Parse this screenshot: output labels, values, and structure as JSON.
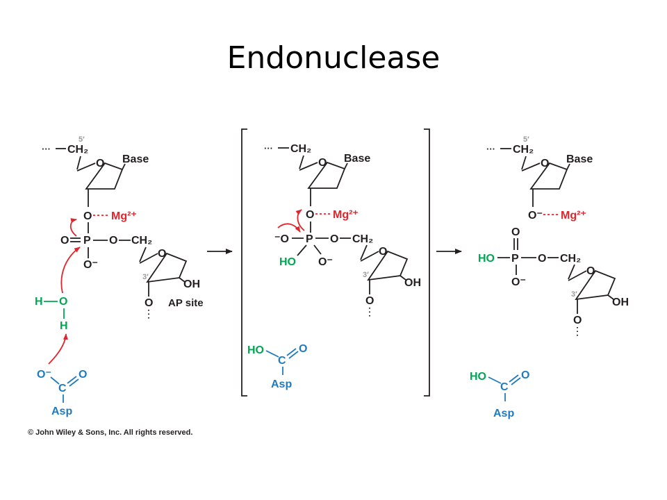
{
  "title": "Endonuclease",
  "copyright": "© John Wiley & Sons, Inc. All rights reserved.",
  "colors": {
    "black": "#231f20",
    "metal_red": "#e0262d",
    "water_green": "#00a651",
    "asp_blue": "#1f7abf",
    "label_gray": "#9a9a9a"
  },
  "labels": {
    "dots": "···",
    "five_prime": "5′",
    "three_prime": "3′",
    "ch2": "CH₂",
    "ring_o": "O",
    "base": "Base",
    "oxygen": "O",
    "o_minus": "O⁻",
    "minus_o": "⁻O",
    "mg": "Mg²⁺",
    "phosphorus": "P",
    "oh": "OH",
    "ho": "HO",
    "h": "H",
    "carbon": "C",
    "asp": "Asp",
    "ap_site": "AP site"
  }
}
